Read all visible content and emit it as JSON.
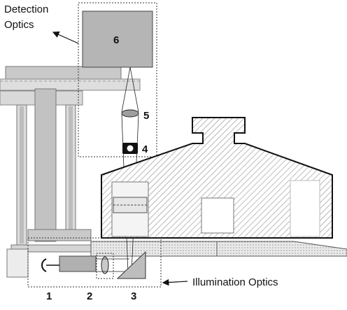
{
  "labels": {
    "detection_optics_line1": "Detection",
    "detection_optics_line2": "Optics",
    "illumination_optics": "Illumination Optics"
  },
  "numbers": {
    "n1": "1",
    "n2": "2",
    "n3": "3",
    "n4": "4",
    "n5": "5",
    "n6": "6"
  },
  "colors": {
    "gray_block": "#c7c7c7",
    "dark_gray": "#a9a9a9",
    "outline": "#111111",
    "hatch": "#8e8e8e"
  }
}
